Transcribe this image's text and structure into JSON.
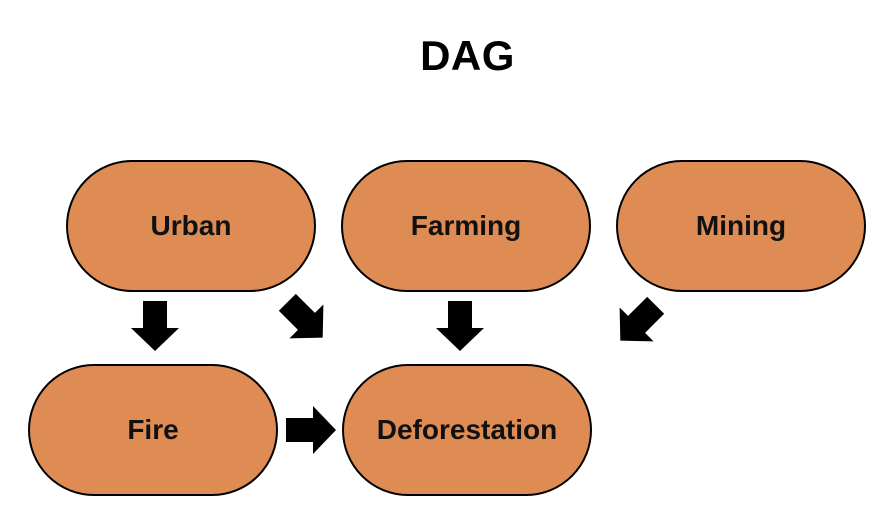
{
  "title": "DAG",
  "colors": {
    "node_fill": "#DE8C54",
    "node_border": "#000000",
    "arrow": "#000000"
  },
  "nodes": [
    {
      "id": "urban",
      "label": "Urban"
    },
    {
      "id": "farming",
      "label": "Farming"
    },
    {
      "id": "mining",
      "label": "Mining"
    },
    {
      "id": "fire",
      "label": "Fire"
    },
    {
      "id": "deforestation",
      "label": "Deforestation"
    }
  ],
  "edges": [
    {
      "from": "urban",
      "to": "fire",
      "direction": "down"
    },
    {
      "from": "urban",
      "to": "deforestation",
      "direction": "down-right"
    },
    {
      "from": "farming",
      "to": "deforestation",
      "direction": "down"
    },
    {
      "from": "mining",
      "to": "deforestation",
      "direction": "down-left"
    },
    {
      "from": "fire",
      "to": "deforestation",
      "direction": "right"
    }
  ]
}
